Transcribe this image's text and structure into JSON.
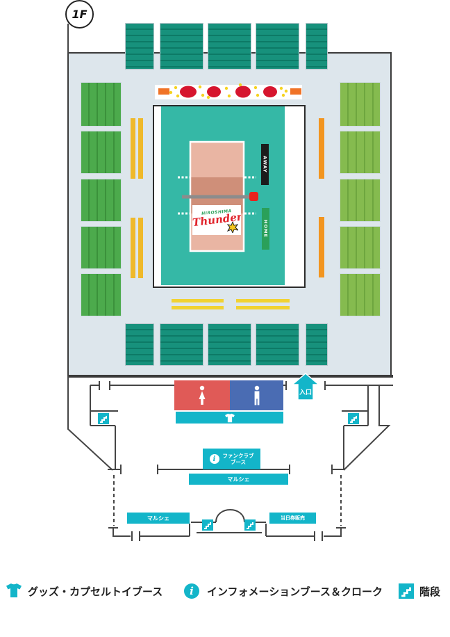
{
  "floor_badge": "1F",
  "court": {
    "away_label": "AWAY",
    "home_label": "HOME",
    "logo": {
      "team_location": "HIROSHIMA",
      "team_name": "Thunders",
      "mascot_icon": "star-mascot-icon"
    }
  },
  "entrance": {
    "label": "入口",
    "icon": "arrow-up-icon"
  },
  "restrooms": {
    "female_icon": "female-icon",
    "male_icon": "male-icon"
  },
  "booths": {
    "goods_bar_icon": "tshirt-icon",
    "fan_club": {
      "icon": "info-icon",
      "line1": "ファンクラブ",
      "line2": "ブース"
    },
    "marche_main": "マルシェ",
    "marche_lower": "マルシェ",
    "day_tickets": "当日券販売"
  },
  "icons": {
    "info_glyph": "i",
    "stairs": "stairs-icon"
  },
  "legend": {
    "items": [
      {
        "icon": "tshirt-icon",
        "label": "グッズ・カプセルトイブース"
      },
      {
        "icon": "info-icon",
        "label": "インフォメーションブース＆クローク"
      },
      {
        "icon": "stairs-icon",
        "label": "階段"
      }
    ]
  },
  "colors": {
    "arena_fill": "#dde6ec",
    "seat_dark_teal": "#17917c",
    "seat_green": "#4caa4c",
    "seat_yellow_green": "#85bb4f",
    "aisle_yellow": "#efb92a",
    "aisle_orange": "#f2951f",
    "aisle_lemon": "#f1d232",
    "court_teal": "#35b8a6",
    "court_pink": "#e9b5a3",
    "court_pink_dark": "#cf8f79",
    "booth_cyan": "#13b5c9",
    "restroom_red": "#e05a57",
    "restroom_blue": "#4a6cb3",
    "net_red": "#e8231d",
    "home_green": "#2aa05a",
    "away_black": "#1c1c1c",
    "wall": "#454545",
    "banner_red": "#d6152e",
    "banner_yellow": "#f5d321",
    "banner_orange": "#f07327"
  }
}
